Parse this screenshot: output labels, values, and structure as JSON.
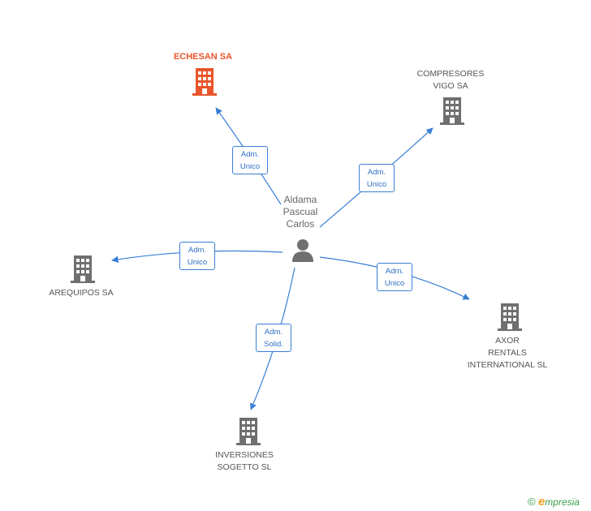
{
  "center": {
    "lines": [
      "Aldama",
      "Pascual",
      "Carlos"
    ]
  },
  "companies": [
    {
      "id": "echesan",
      "lines": [
        "ECHESAN SA"
      ],
      "color": "#e8552a",
      "main": true
    },
    {
      "id": "compresores",
      "lines": [
        "COMPRESORES",
        "VIGO SA"
      ],
      "color": "#6f6f6f"
    },
    {
      "id": "arequipos",
      "lines": [
        "AREQUIPOS SA"
      ],
      "color": "#6f6f6f"
    },
    {
      "id": "axor",
      "lines": [
        "AXOR",
        "RENTALS",
        "INTERNATIONAL SL"
      ],
      "color": "#6f6f6f"
    },
    {
      "id": "inversiones",
      "lines": [
        "INVERSIONES",
        "SOGETTO SL"
      ],
      "color": "#6f6f6f"
    }
  ],
  "edges": [
    {
      "to": "echesan",
      "role": [
        "Adm.",
        "Unico"
      ]
    },
    {
      "to": "compresores",
      "role": [
        "Adm.",
        "Unico"
      ]
    },
    {
      "to": "arequipos",
      "role": [
        "Adm.",
        "Unico"
      ]
    },
    {
      "to": "axor",
      "role": [
        "Adm.",
        "Unico"
      ]
    },
    {
      "to": "inversiones",
      "role": [
        "Adm.",
        "Solid."
      ]
    }
  ],
  "footer": {
    "copyright_symbol": "©",
    "brand_initial": "e",
    "brand_rest": "mpresia"
  },
  "colors": {
    "edge": "#3a7fd5",
    "building": "#6f6f6f",
    "main_building": "#e8552a",
    "person": "#6f6f6f"
  }
}
